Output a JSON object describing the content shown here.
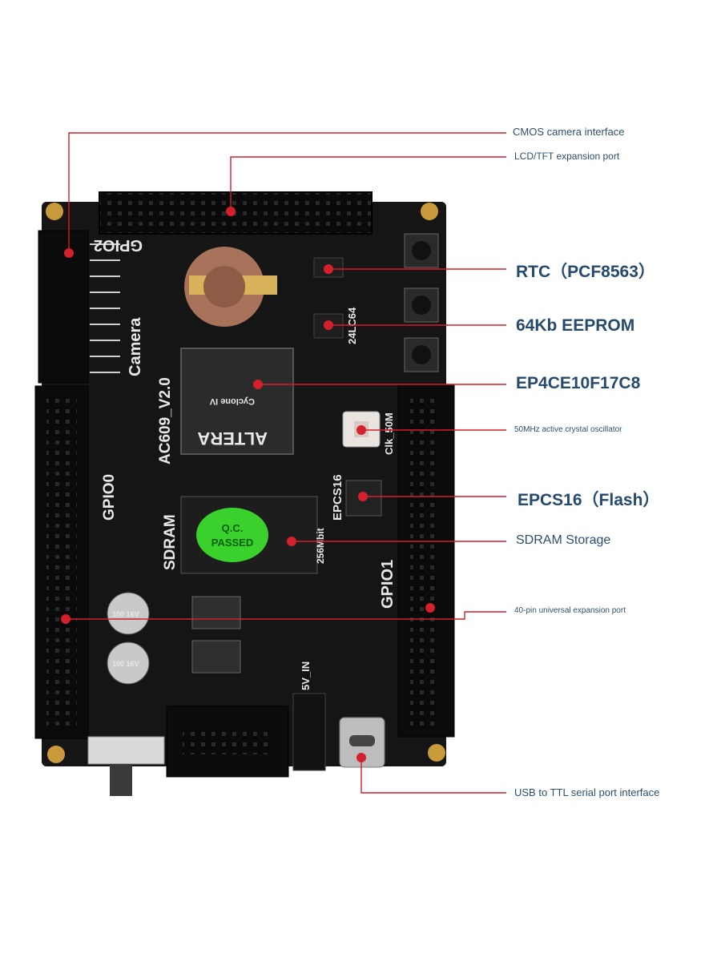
{
  "colors": {
    "board": "#151515",
    "leader": "#d41f2c",
    "label_text": "#2d4f6e",
    "label_bold": "#264a6e",
    "qc_green": "#3ad12c",
    "rtc_bronze": "#a8735a",
    "gold": "#c99a3b"
  },
  "board": {
    "gpio2": "GPIO2",
    "camera": "Camera",
    "model": "AC609_V2.0",
    "gpio0": "GPIO0",
    "sdram": "SDRAM",
    "epcs": "EPCS16",
    "eeprom_chip": "24LC64",
    "clk": "Clk_50M",
    "sdram_size": "256Mbit",
    "gpio1": "GPIO1",
    "qc_line1": "Q.C.",
    "qc_line2": "PASSED",
    "fpga_brand": "ALTERA",
    "fpga_family": "Cyclone IV",
    "power_in": "5V_IN",
    "cap1": "100 16V",
    "cap2": "100 16V"
  },
  "callouts": [
    {
      "id": "cmos",
      "text": "CMOS camera interface"
    },
    {
      "id": "lcd",
      "text": "LCD/TFT expansion port"
    },
    {
      "id": "rtc",
      "text": "RTC（PCF8563）"
    },
    {
      "id": "eeprom",
      "text": "64Kb EEPROM"
    },
    {
      "id": "fpga",
      "text": "EP4CE10F17C8"
    },
    {
      "id": "osc",
      "text": "50MHz active crystal oscillator"
    },
    {
      "id": "flash",
      "text": "EPCS16（Flash）"
    },
    {
      "id": "sdram",
      "text": "SDRAM Storage"
    },
    {
      "id": "gpio40",
      "text": "40-pin universal expansion port"
    },
    {
      "id": "usb",
      "text": "USB to TTL serial port interface"
    }
  ]
}
